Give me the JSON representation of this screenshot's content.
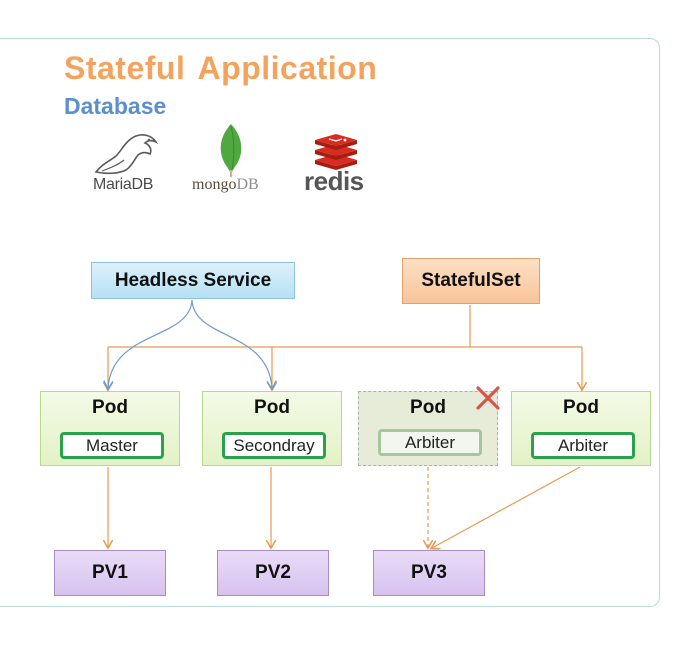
{
  "header": {
    "title": "Stateful Application",
    "subtitle": "Database"
  },
  "logos": [
    {
      "name": "MariaDB",
      "text": "MariaDB",
      "icon": "seal-icon"
    },
    {
      "name": "mongoDB",
      "text_main": "mongo",
      "text_suffix": "DB",
      "icon": "leaf-icon"
    },
    {
      "name": "redis",
      "text": "redis",
      "icon": "cube-stack-icon"
    }
  ],
  "diagram": {
    "headless_service": "Headless Service",
    "statefulset": "StatefulSet",
    "pods": [
      {
        "title": "Pod",
        "role": "Master",
        "terminated": false
      },
      {
        "title": "Pod",
        "role": "Secondray",
        "terminated": false
      },
      {
        "title": "Pod",
        "role": "Arbiter",
        "terminated": true
      },
      {
        "title": "Pod",
        "role": "Arbiter",
        "terminated": false
      }
    ],
    "volumes": [
      "PV1",
      "PV2",
      "PV3"
    ]
  },
  "colors": {
    "title": "#f4a35e",
    "subtitle": "#5b8fd0",
    "service_line": "#6b9bd3",
    "statefulset_line": "#e89a50",
    "role_border": "#2aa14e",
    "x_mark": "#d9534f"
  }
}
